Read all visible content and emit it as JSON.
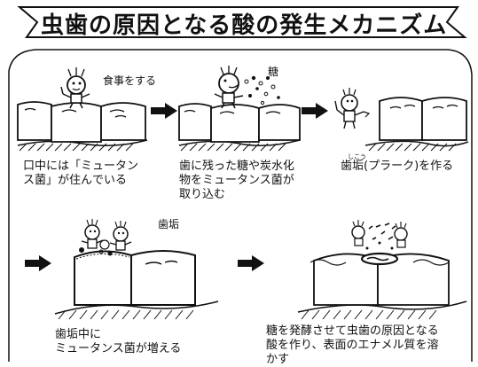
{
  "title": "虫歯の原因となる酸の発生メカニズム",
  "step1": {
    "bubble": "食事をする",
    "caption_line1": "口中には「ミュータン",
    "caption_line2": "ス菌」が住んでいる"
  },
  "step2": {
    "label": "糖",
    "caption_line1": "歯に残った糖や炭水化",
    "caption_line2": "物をミュータンス菌が",
    "caption_line3": "取り込む"
  },
  "step3": {
    "ruby": "しこう",
    "caption": "歯垢(プラーク)を作る"
  },
  "step4": {
    "label": "歯垢",
    "caption_line1": "歯垢中に",
    "caption_line2": "ミュータンス菌が増える"
  },
  "step5": {
    "caption_line1": "糖を発酵させて虫歯の原因となる",
    "caption_line2": "酸を作り、表面のエナメル質を溶",
    "caption_line3": "かす"
  },
  "colors": {
    "ink": "#111111",
    "background": "#ffffff"
  }
}
